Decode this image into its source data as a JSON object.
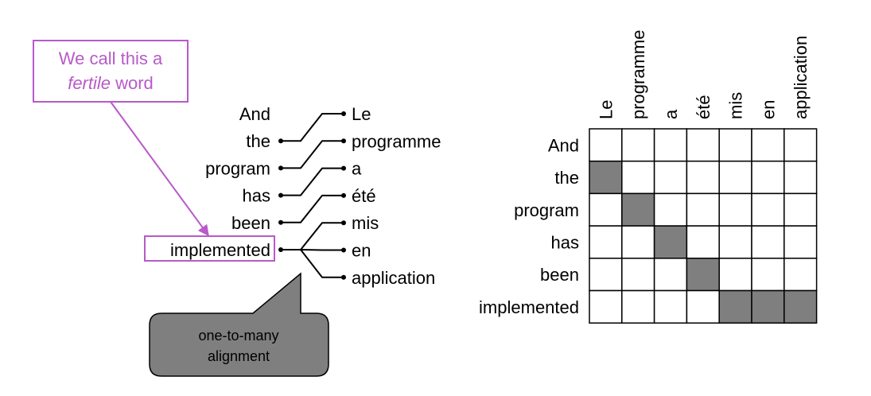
{
  "colors": {
    "note": "#b85ac8",
    "filled_cell": "#7f7f7f",
    "grid_line": "#000000",
    "callout_fill": "#7f7f7f"
  },
  "fertile_note": {
    "line1": "We call this a",
    "line2_italic": "fertile",
    "line2_rest": " word"
  },
  "english_words": [
    "And",
    "the",
    "program",
    "has",
    "been",
    "implemented"
  ],
  "french_words": [
    "Le",
    "programme",
    "a",
    "été",
    "mis",
    "en",
    "application"
  ],
  "alignment_links": [
    [
      1,
      0
    ],
    [
      2,
      1
    ],
    [
      3,
      2
    ],
    [
      4,
      3
    ],
    [
      5,
      4
    ],
    [
      5,
      5
    ],
    [
      5,
      6
    ]
  ],
  "callout": {
    "line1": "one-to-many",
    "line2": "alignment"
  },
  "matrix": {
    "row_labels": [
      "And",
      "the",
      "program",
      "has",
      "been",
      "implemented"
    ],
    "column_labels": [
      "Le",
      "programme",
      "a",
      "été",
      "mis",
      "en",
      "application"
    ],
    "filled_cells": [
      [
        1,
        0
      ],
      [
        2,
        1
      ],
      [
        3,
        2
      ],
      [
        4,
        3
      ],
      [
        5,
        4
      ],
      [
        5,
        5
      ],
      [
        5,
        6
      ]
    ]
  }
}
